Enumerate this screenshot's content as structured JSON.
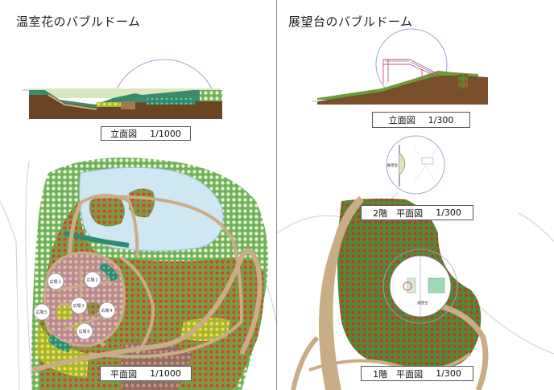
{
  "left": {
    "title": "温室花のバブルドーム",
    "elevation_label": {
      "name": "立面図",
      "scale": "1/1000"
    },
    "plan_label": {
      "name": "平面図",
      "scale": "1/1000"
    },
    "plazas": [
      "広場１",
      "広場２",
      "広場３",
      "広場４",
      "広場５",
      "広場６"
    ]
  },
  "right": {
    "title": "展望台のバブルドーム",
    "elevation_label": {
      "name": "立面図",
      "scale": "1/300"
    },
    "floor2_label": {
      "name": "2階　平面図",
      "scale": "1/300"
    },
    "floor1_label": {
      "name": "1階　平面図",
      "scale": "1/300"
    },
    "floor2_room": "展望台",
    "floor1_room": "展望台"
  },
  "colors": {
    "ground": "#7a4f2c",
    "path": "#c9ad86",
    "grass": "#62a84e",
    "water": "#cfe6f3",
    "flower_red": "#c43a1a",
    "flower_yellow": "#e6d83a",
    "dome_outline": "#9aa8d8"
  }
}
